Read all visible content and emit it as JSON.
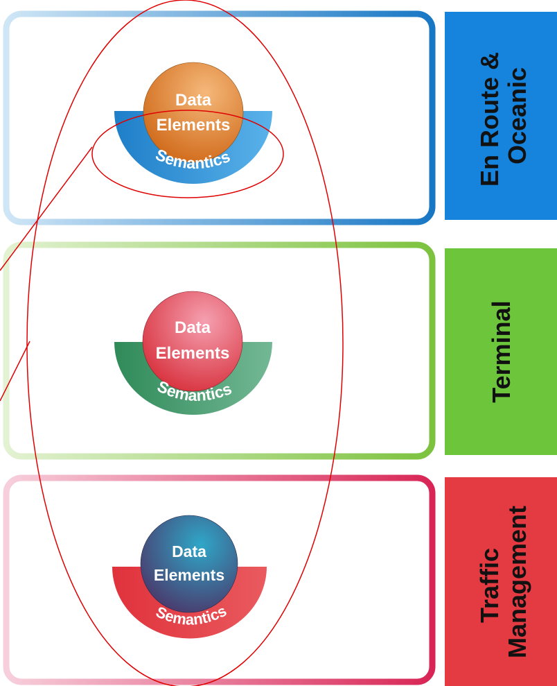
{
  "domains": [
    {
      "id": "enroute",
      "label_lines": [
        "En Route &",
        "Oceanic"
      ],
      "tab_color": "#1684DC",
      "frame_gradient": [
        "#CFE6F6",
        "#1877C4"
      ],
      "sphere_gradient": [
        "#F5B87A",
        "#D06A1A"
      ],
      "band_gradient": [
        "#1E7EC8",
        "#5AB2EA"
      ],
      "data_text": "Data",
      "elements_text": "Elements",
      "semantics_text": "Semantics"
    },
    {
      "id": "terminal",
      "label_lines": [
        "Terminal"
      ],
      "tab_color": "#6CC53A",
      "frame_gradient": [
        "#E3F2D2",
        "#7CC23E"
      ],
      "sphere_gradient": [
        "#F5A0B0",
        "#D8323E"
      ],
      "band_gradient": [
        "#2F8A58",
        "#73B895"
      ],
      "data_text": "Data",
      "elements_text": "Elements",
      "semantics_text": "Semantics"
    },
    {
      "id": "traffic",
      "label_lines": [
        "Traffic",
        "Management"
      ],
      "tab_color": "#E43A42",
      "frame_gradient": [
        "#F7CFDC",
        "#D82555"
      ],
      "sphere_gradient": [
        "#2FA7C8",
        "#4A3A6C"
      ],
      "band_gradient": [
        "#E0323C",
        "#E95A5E"
      ],
      "data_text": "Data",
      "elements_text": "Elements",
      "semantics_text": "Semantics"
    }
  ],
  "annotation_color": "#E00000"
}
